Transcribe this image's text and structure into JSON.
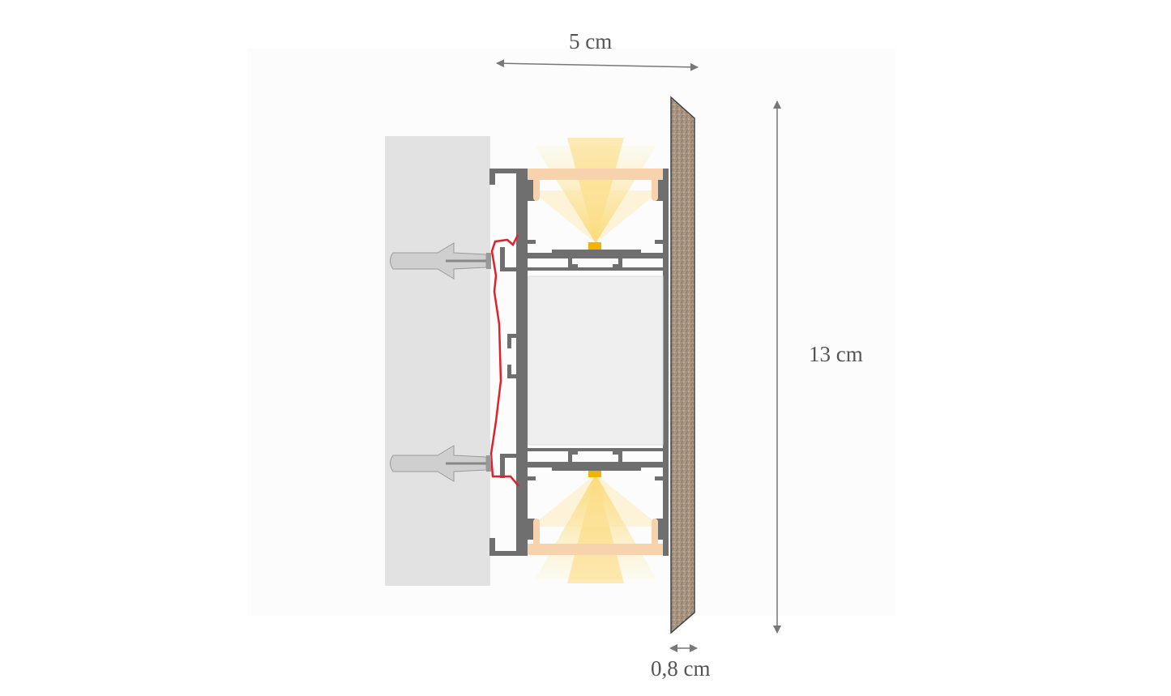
{
  "dimensions": {
    "width_label": "5 cm",
    "height_label": "13 cm",
    "panel_thickness_label": "0,8 cm"
  },
  "colors": {
    "wall": "#e2e2e2",
    "profile": "#6f6f6f",
    "diffuser": "#f7d3ad",
    "light": "#fcd44a",
    "led": "#f2b400",
    "clip": "#e0202a",
    "panel": "#a89484",
    "dimension_line": "#777777"
  }
}
